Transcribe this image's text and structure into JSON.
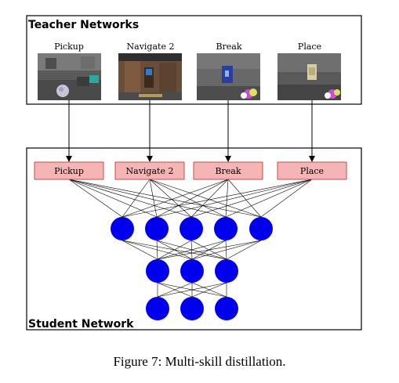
{
  "figure": {
    "teacher_title": "Teacher Networks",
    "student_title": "Student Network",
    "caption": "Figure 7: Multi-skill distillation."
  },
  "teachers": [
    {
      "label": "Pickup",
      "scene": "pickup"
    },
    {
      "label": "Navigate 2",
      "scene": "navigate"
    },
    {
      "label": "Break",
      "scene": "break"
    },
    {
      "label": "Place",
      "scene": "place"
    }
  ],
  "output_heads": [
    "Pickup",
    "Navigate 2",
    "Break",
    "Place"
  ],
  "hidden_layers": [
    5,
    3,
    3
  ],
  "colors": {
    "head_fill": "#f5b5b5",
    "head_stroke": "#c0504d",
    "neuron": "#0000ee",
    "line": "#000000"
  }
}
